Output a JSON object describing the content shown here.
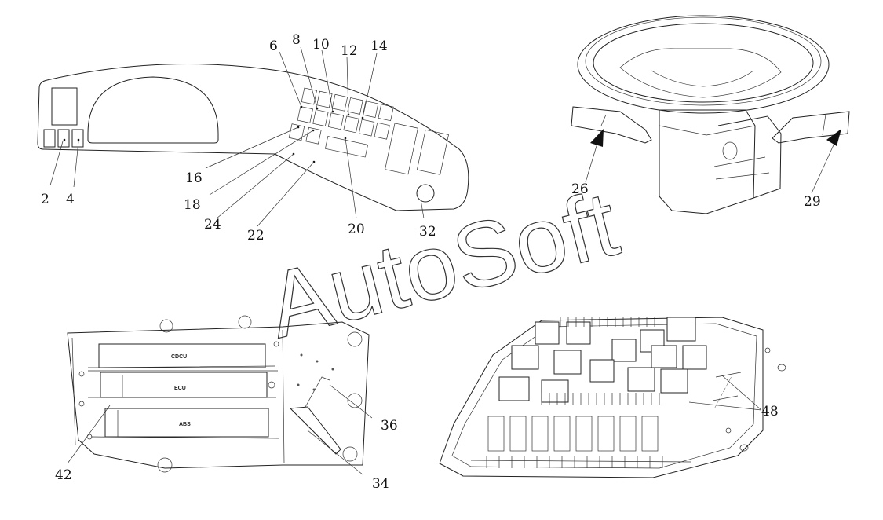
{
  "watermark": "AutoSoft",
  "labels": {
    "l2": "2",
    "l4": "4",
    "l6": "6",
    "l8": "8",
    "l10": "10",
    "l12": "12",
    "l14": "14",
    "l16": "16",
    "l18": "18",
    "l20": "20",
    "l22": "22",
    "l24": "24",
    "l26": "26",
    "l29": "29",
    "l32": "32",
    "l34": "34",
    "l36": "36",
    "l42": "42",
    "l48": "48"
  },
  "module_tags": {
    "cdcu": "CDCU",
    "ecu": "ECU",
    "abs": "ABS"
  }
}
